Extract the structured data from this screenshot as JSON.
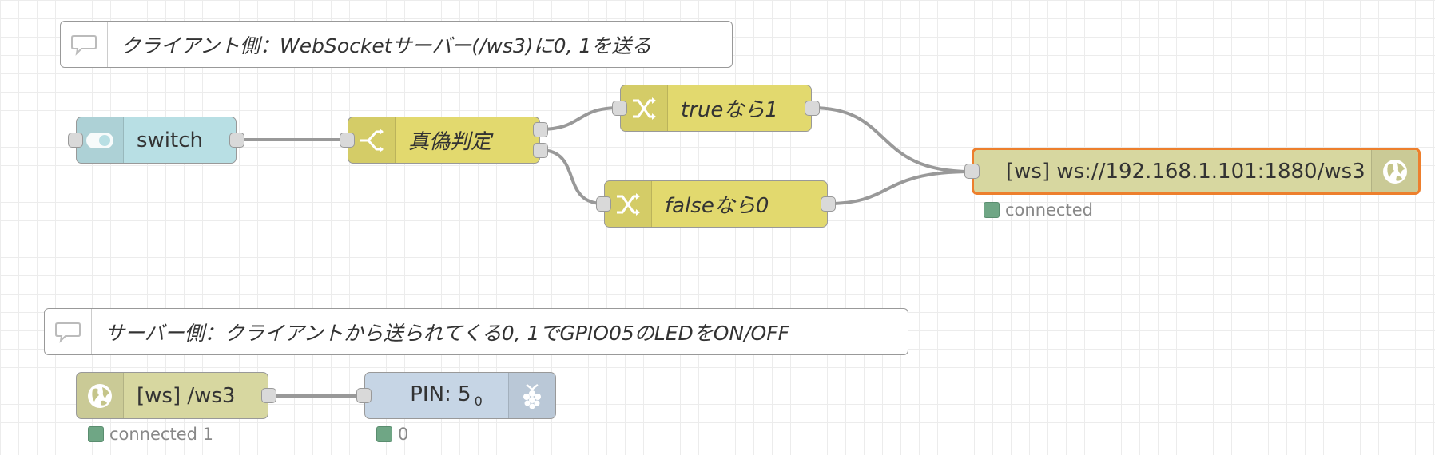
{
  "comments": {
    "client": "クライアント側：WebSocketサーバー(/ws3)に0, 1を送る",
    "server": "サーバー側：クライアントから送られてくる0, 1でGPIO05のLEDをON/OFF"
  },
  "nodes": {
    "switch": {
      "label": "switch",
      "icon": "toggle-icon"
    },
    "judge": {
      "label": "真偽判定",
      "icon": "switch-branch-icon"
    },
    "true_change": {
      "label": "trueなら1",
      "icon": "shuffle-icon"
    },
    "false_change": {
      "label": "falseなら0",
      "icon": "shuffle-icon"
    },
    "ws_out": {
      "label": "[ws] ws://192.168.1.101:1880/ws3",
      "icon": "globe-icon",
      "status": "connected"
    },
    "ws_in": {
      "label": "[ws] /ws3",
      "icon": "globe-icon",
      "status": "connected 1"
    },
    "pin": {
      "label": "PIN: 5",
      "sub": "0",
      "icon": "raspberry-icon",
      "status": "0"
    }
  },
  "colors": {
    "switch_node": "#b8dfe4",
    "function_node": "#e2d96e",
    "websocket_node": "#d7d7a0",
    "gpio_node": "#c6d5e5",
    "wire": "#999999",
    "selected_border": "#ed7f2d",
    "status_connected": "#6fa685"
  }
}
